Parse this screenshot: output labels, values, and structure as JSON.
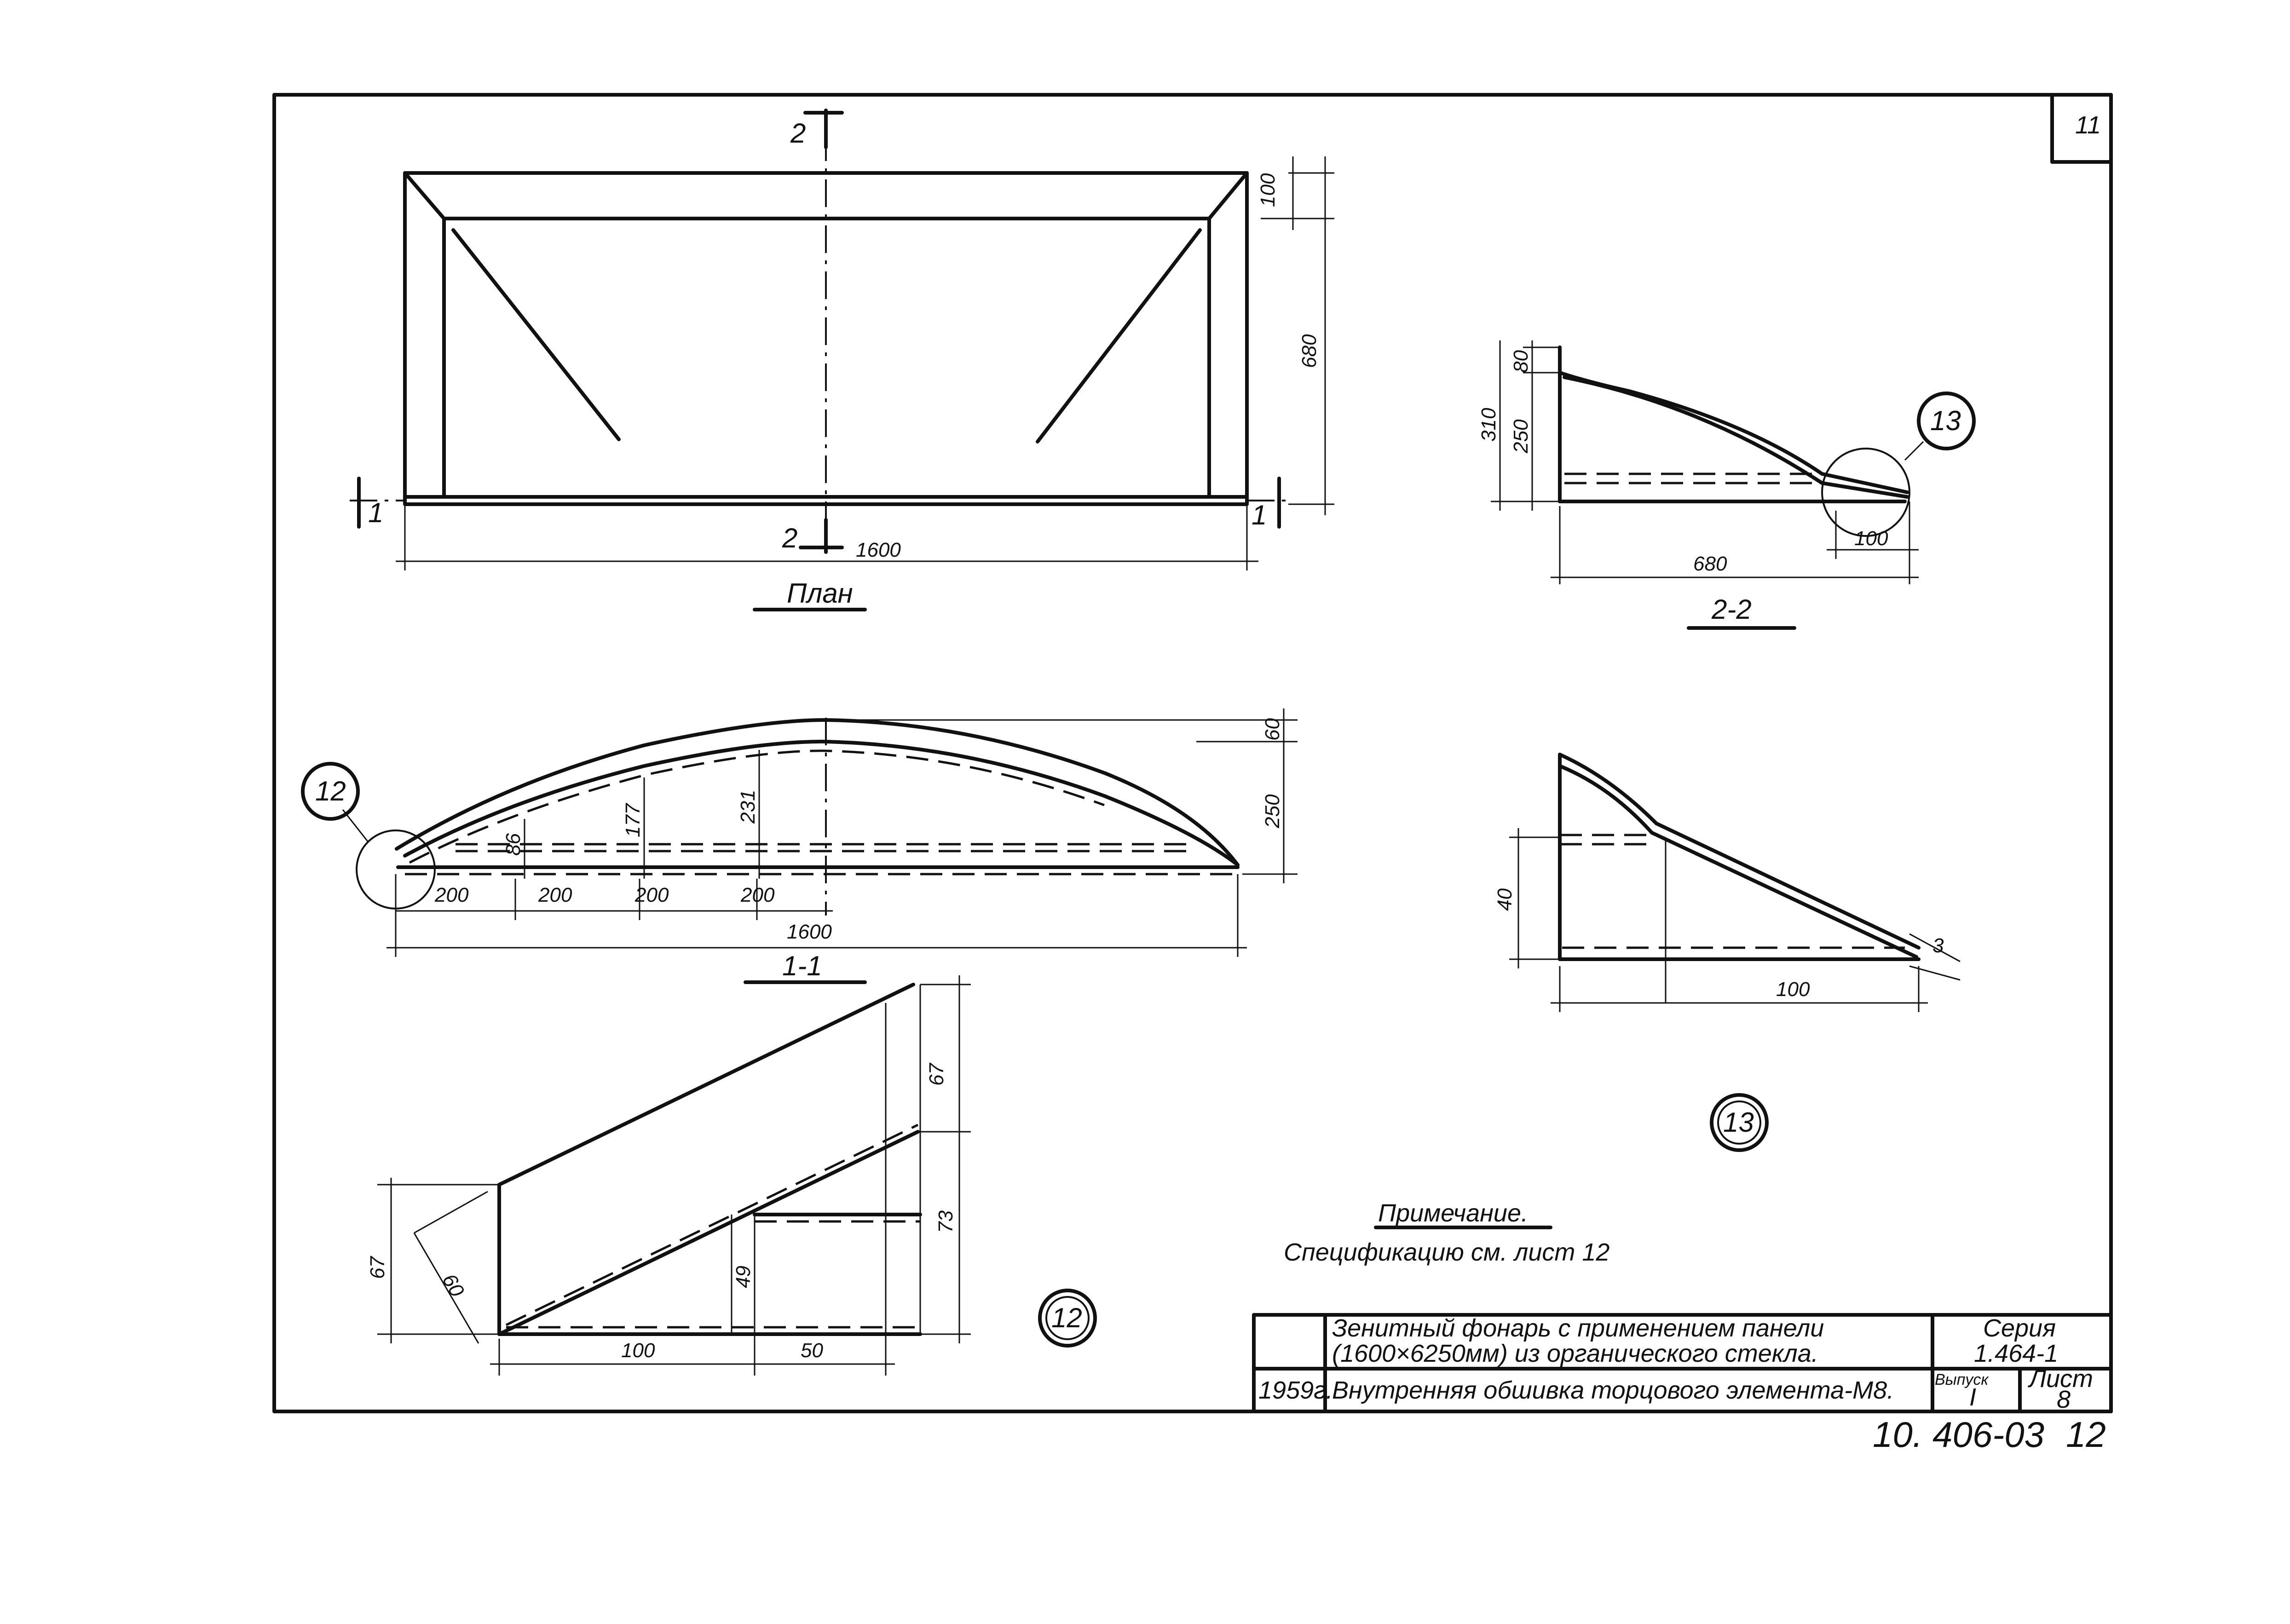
{
  "sheet": {
    "corner_number": "11",
    "doc_code": "10. 406-03",
    "page_number": "12"
  },
  "plan": {
    "title": "План",
    "section_mark_2": "2",
    "section_mark_1": "1",
    "dim_width": "1600",
    "dim_depth": "680",
    "dim_frame": "100"
  },
  "section_22": {
    "title": "2-2",
    "dim_310": "310",
    "dim_250": "250",
    "dim_80": "80",
    "dim_680": "680",
    "dim_100": "100",
    "callout": "13"
  },
  "section_11": {
    "title": "1-1",
    "callout": "12",
    "dims": [
      "200",
      "200",
      "200",
      "200"
    ],
    "dim_total": "1600",
    "heights": [
      "86",
      "177",
      "231"
    ],
    "dim_250": "250",
    "dim_60": "60"
  },
  "detail_13": {
    "label": "13",
    "dim_40": "40",
    "dim_100": "100",
    "dim_3": "3"
  },
  "detail_12": {
    "label": "12",
    "dim_67_left": "67",
    "dim_60": "60",
    "dim_49": "49",
    "dim_73": "73",
    "dim_67_right": "67",
    "dim_100": "100",
    "dim_50": "50"
  },
  "note": {
    "heading": "Примечание.",
    "text": "Спецификацию см. лист 12"
  },
  "title_block": {
    "line1": "Зенитный фонарь с применением панели",
    "line2": "(1600×6250мм) из органического стекла.",
    "line3": "Внутренняя обшивка торцового элемента-М8.",
    "year": "1959г.",
    "series_label": "Серия",
    "series_value": "1.464-1",
    "issue_label": "Выпуск",
    "issue_value": "I",
    "sheet_label": "Лист",
    "sheet_value": "8"
  }
}
